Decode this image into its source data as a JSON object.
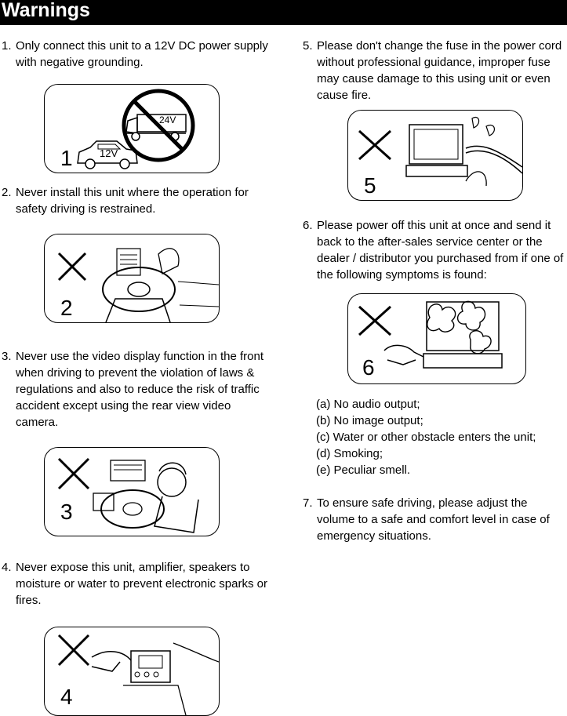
{
  "header": {
    "title": "Warnings"
  },
  "items": [
    {
      "num": "1.",
      "text": "Only connect this unit to a 12V DC power supply with negative grounding."
    },
    {
      "num": "2.",
      "text": "Never install this unit where the operation for safety driving is restrained."
    },
    {
      "num": "3.",
      "text": "Never use the video display function in the front when driving to prevent the violation of laws & regulations and also to reduce the risk of traffic accident except using the rear view video camera."
    },
    {
      "num": "4.",
      "text": "Never expose this unit, amplifier, speakers to moisture or water to prevent electronic sparks or fires."
    },
    {
      "num": "5.",
      "text": "Please don't change the fuse in the power cord without professional guidance, improper fuse may cause damage to this using unit or even cause fire."
    },
    {
      "num": "6.",
      "text": "Please power off this unit at once and send it back to the after-sales service center or the dealer / distributor you purchased from if one of the following symptoms is found:"
    },
    {
      "num": "7.",
      "text": "To ensure safe driving, please adjust the volume to a safe and comfort level in case of emergency situations."
    }
  ],
  "symptoms": [
    "(a) No audio output;",
    "(b) No image output;",
    "(c) Water or other obstacle enters the unit;",
    "(d) Smoking;",
    "(e) Peculiar smell."
  ],
  "figures": {
    "fig1": {
      "number": "1",
      "car_voltage": "12V",
      "truck_voltage": "24V"
    },
    "fig2": {
      "number": "2"
    },
    "fig3": {
      "number": "3"
    },
    "fig4": {
      "number": "4"
    },
    "fig5": {
      "number": "5"
    },
    "fig6": {
      "number": "6"
    }
  }
}
